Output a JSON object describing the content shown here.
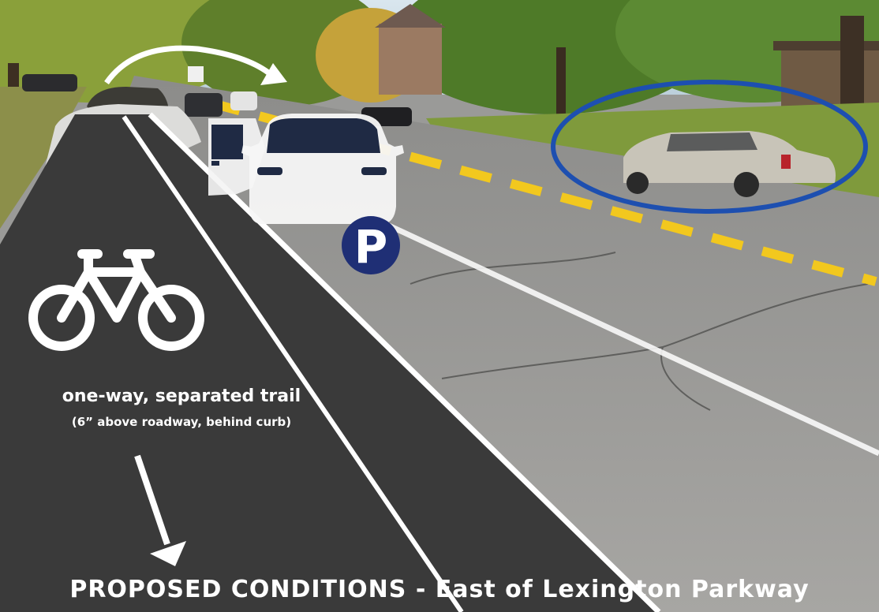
{
  "trail": {
    "label": "one-way, separated trail",
    "sublabel": "(6” above roadway, behind curb)"
  },
  "parking": {
    "symbol": "P"
  },
  "footer": {
    "title": "PROPOSED CONDITIONS - East of Lexington Parkway"
  },
  "icons": [
    "bicycle-icon",
    "parking-icon",
    "car-icon",
    "arrow-icon"
  ],
  "colors": {
    "trail": "#3a3a3a",
    "lane_line": "#ffffff",
    "center_line": "#f2c81e",
    "parking_badge": "#1f2f75",
    "highlight_ellipse": "#1d4fb0"
  }
}
